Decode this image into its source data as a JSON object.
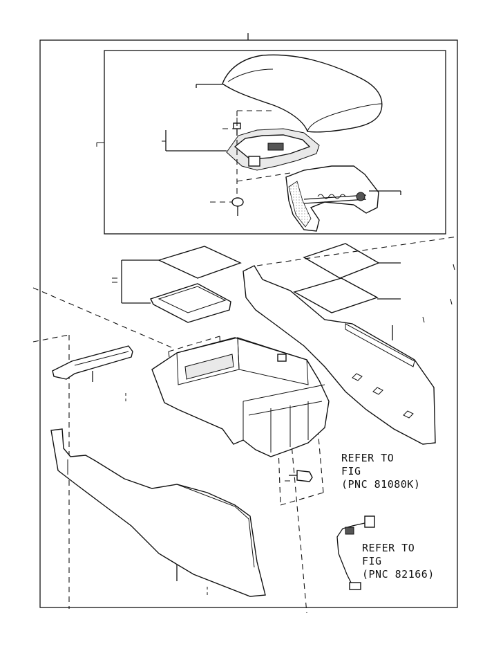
{
  "references": [
    {
      "id": "refer-81080k",
      "line1": "REFER TO",
      "line2": "FIG",
      "line3": "(PNC 81080K)"
    },
    {
      "id": "refer-82166",
      "line1": "REFER TO",
      "line2": "FIG",
      "line3": "(PNC 82166)"
    }
  ],
  "colors": {
    "ink": "#111111",
    "paper": "#ffffff",
    "shade": "#e9e9e9"
  }
}
